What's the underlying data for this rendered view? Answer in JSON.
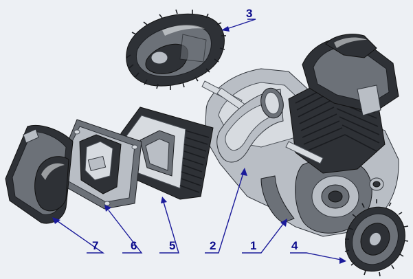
{
  "diagram": {
    "callouts": [
      {
        "id": "1",
        "label": "1"
      },
      {
        "id": "2",
        "label": "2"
      },
      {
        "id": "3",
        "label": "3"
      },
      {
        "id": "4",
        "label": "4"
      },
      {
        "id": "5",
        "label": "5"
      },
      {
        "id": "6",
        "label": "6"
      },
      {
        "id": "7",
        "label": "7"
      }
    ]
  },
  "colors": {
    "background": "#edf0f4",
    "callout_text": "#0a0a8c",
    "leader_line": "#1a1a9a"
  }
}
